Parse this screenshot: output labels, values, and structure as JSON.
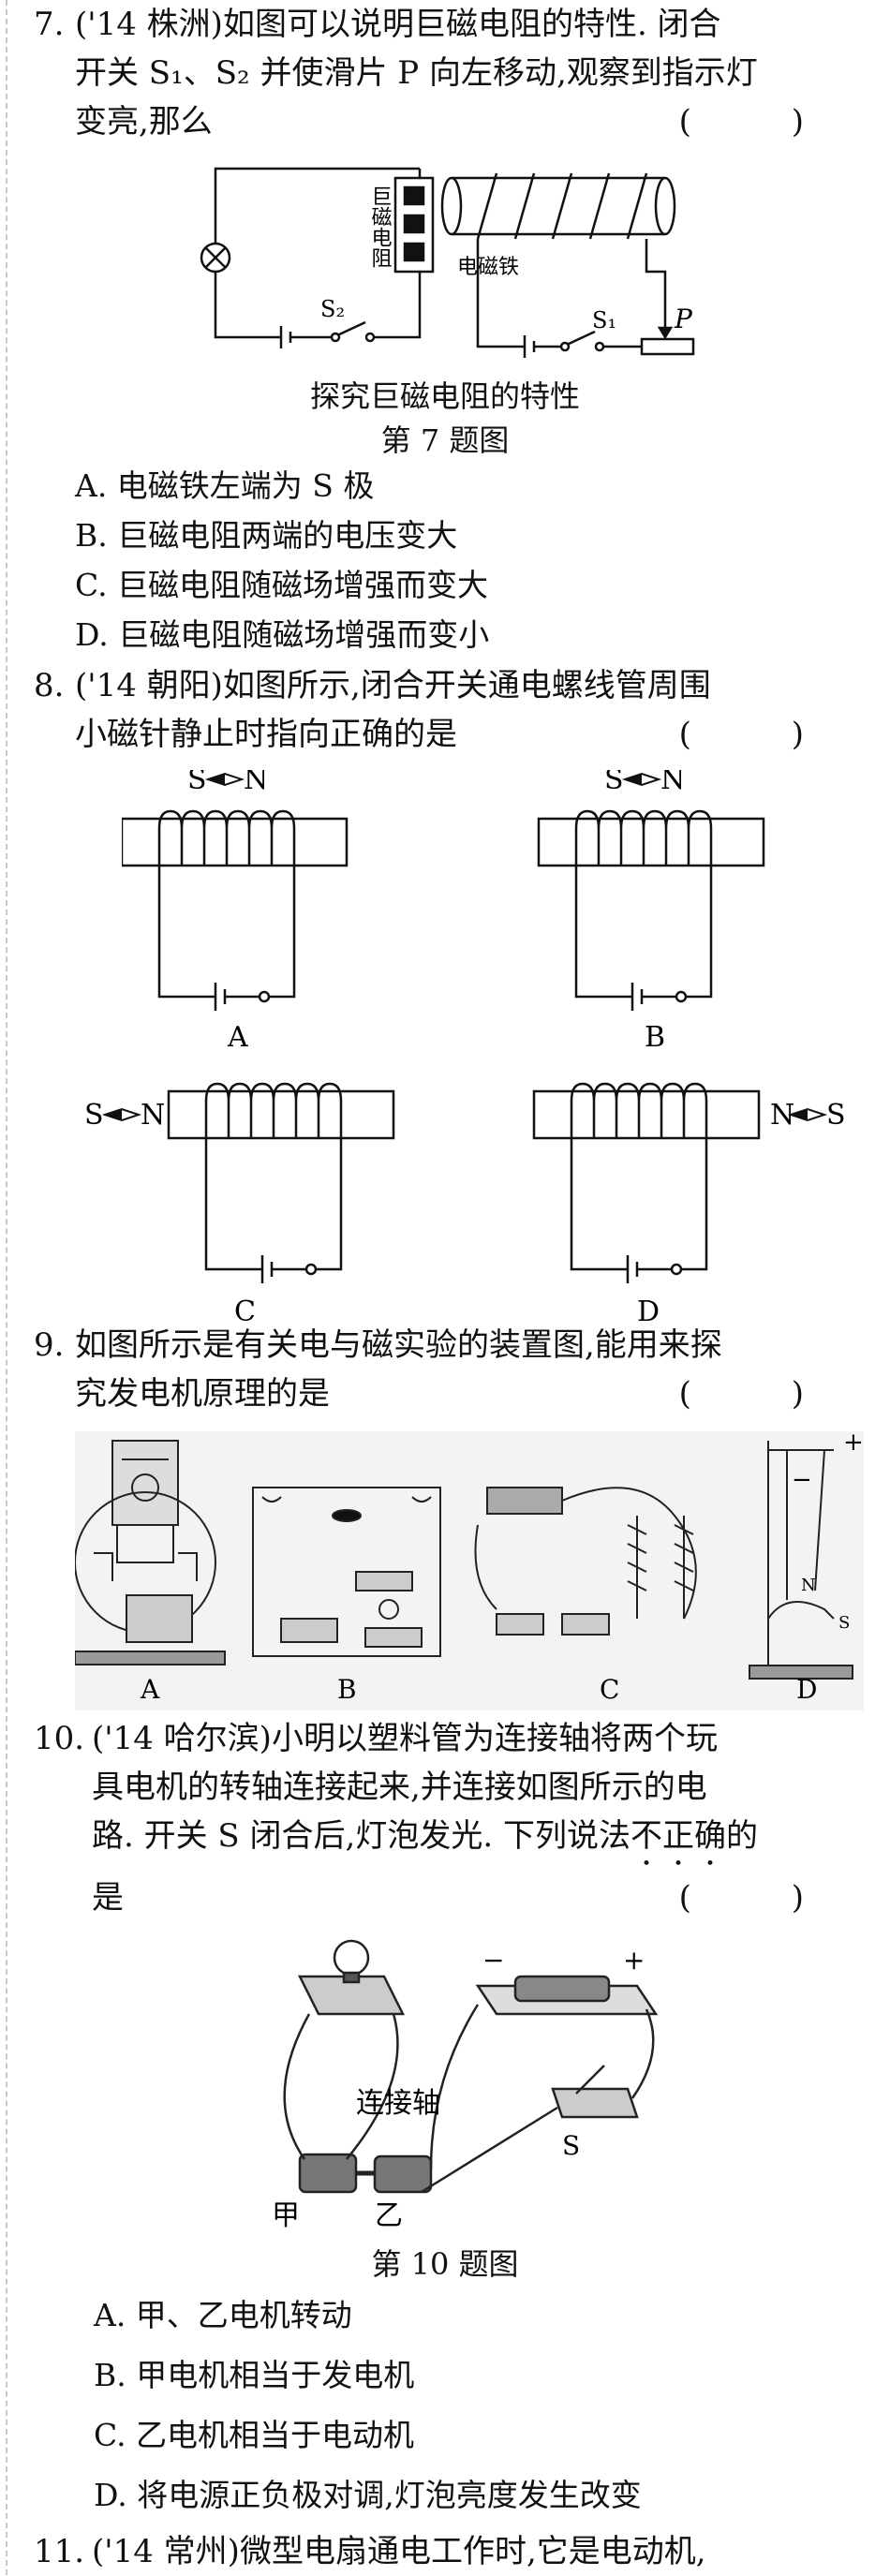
{
  "q7": {
    "number": "7.",
    "line1": "('14 株洲)如图可以说明巨磁电阻的特性. 闭合",
    "line2": "开关 S₁、S₂ 并使滑片 P 向左移动,观察到指示灯",
    "line3": "变亮,那么",
    "bracket": "(  )",
    "fig_labels": {
      "gmr": "巨磁电阻",
      "electromagnet": "电磁铁",
      "s1": "S₁",
      "s2": "S₂",
      "p": "P"
    },
    "fig_title": "探究巨磁电阻的特性",
    "fig_caption": "第 7 题图",
    "options": [
      "A. 电磁铁左端为 S 极",
      "B. 巨磁电阻两端的电压变大",
      "C. 巨磁电阻随磁场增强而变大",
      "D. 巨磁电阻随磁场增强而变小"
    ]
  },
  "q8": {
    "number": "8.",
    "line1": "('14 朝阳)如图所示,闭合开关通电螺线管周围",
    "line2": "小磁针静止时指向正确的是",
    "bracket": "(  )",
    "needle_s": "S",
    "needle_n": "N",
    "labels": [
      "A",
      "B",
      "C",
      "D"
    ]
  },
  "q9": {
    "number": "9.",
    "line1": "如图所示是有关电与磁实验的装置图,能用来探",
    "line2": "究发电机原理的是",
    "bracket": "(  )",
    "labels": [
      "A",
      "B",
      "C",
      "D"
    ],
    "fig_d_marks": {
      "plus": "+",
      "minus": "−",
      "n": "N",
      "s": "S"
    }
  },
  "q10": {
    "number": "10.",
    "line1": "('14 哈尔滨)小明以塑料管为连接轴将两个玩",
    "line2": "具电机的转轴连接起来,并连接如图所示的电",
    "line3_a": "路. 开关 S 闭合后,灯泡发光. 下列说法",
    "line3_b": "不正确",
    "line3_c": "的",
    "line4": "是",
    "bracket": "(  )",
    "fig_labels": {
      "axle": "连接轴",
      "jia": "甲",
      "yi": "乙",
      "s": "S",
      "minus": "−",
      "plus": "+"
    },
    "fig_caption": "第 10 题图",
    "options": [
      "A.  甲、乙电机转动",
      "B.  甲电机相当于发电机",
      "C.  乙电机相当于电动机",
      "D.  将电源正负极对调,灯泡亮度发生改变"
    ]
  },
  "q11": {
    "number": "11.",
    "line1": "('14 常州)微型电扇通电工作时,它是电动机,"
  }
}
